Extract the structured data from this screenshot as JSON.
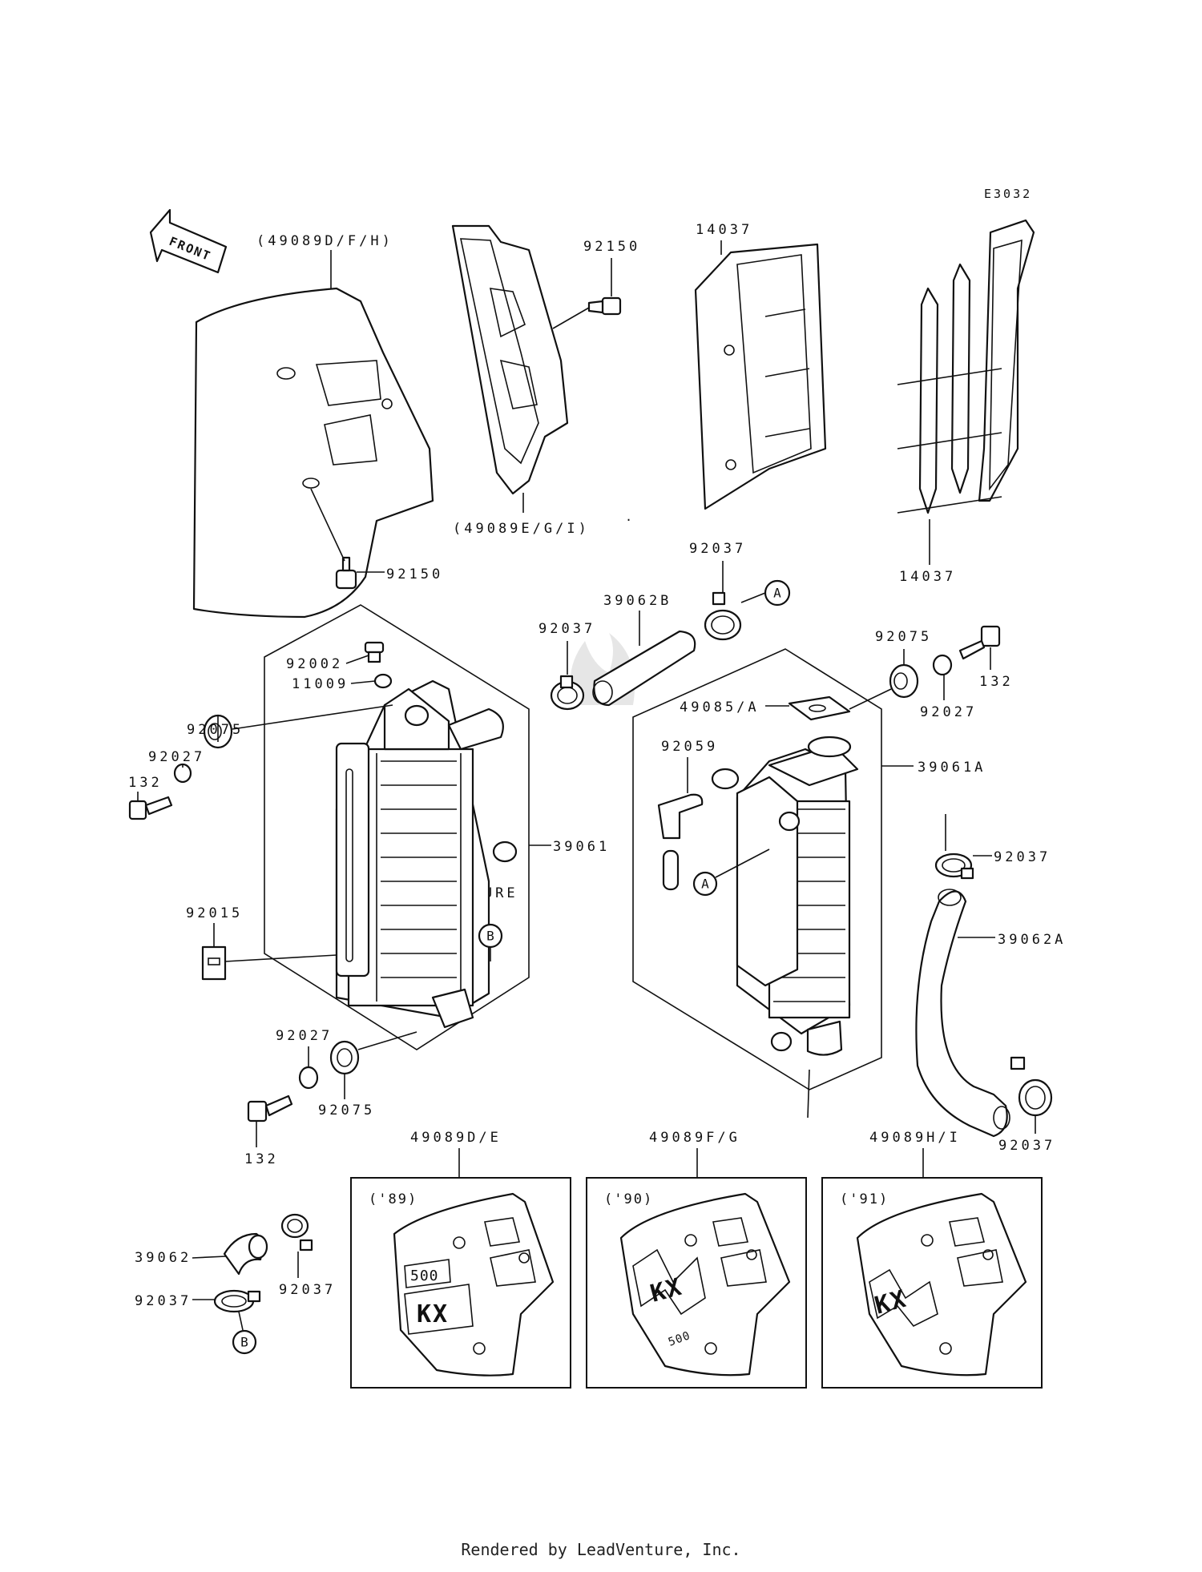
{
  "diagram_code": "E3032",
  "front_arrow_label": "FRONT",
  "watermark": "LEADVENTURE",
  "footer": "Rendered by LeadVenture, Inc.",
  "part_labels": {
    "shroud_left_set": "(49089D/F/H)",
    "shroud_right_set": "(49089E/G/I)",
    "bolt_shroud_top": "92150",
    "bolt_shroud_bottom": "92150",
    "guard_left": "14037",
    "guard_right": "14037",
    "clamp_upper_a": "92037",
    "hose_upper": "39062B",
    "clamp_upper_b": "92037",
    "cap": "92002",
    "gasket": "11009",
    "grommet_left_top": "92075",
    "collar_left_top": "92027",
    "bolt_left_top": "132",
    "radiator_left": "39061",
    "clip": "92015",
    "collar_left_bottom": "92027",
    "grommet_left_bottom": "92075",
    "bolt_left_bottom": "132",
    "grommet_right": "92075",
    "bolt_right": "132",
    "collar_right": "92027",
    "cover_pad": "49085/A",
    "overflow_hose": "92059",
    "radiator_right": "39061A",
    "clamp_right_top": "92037",
    "hose_lower": "39062A",
    "clamp_right_bottom": "92037",
    "hose_small": "39062",
    "clamp_small_top": "92037",
    "clamp_small_bottom": "92037",
    "shroud_89": "49089D/E",
    "shroud_90": "49089F/G",
    "shroud_91": "49089H/I"
  },
  "callouts": {
    "a": "A",
    "b": "B"
  },
  "year_labels": {
    "y89": "('89)",
    "y90": "('90)",
    "y91": "('91)"
  },
  "decal_text": {
    "model": "KX",
    "size": "500"
  }
}
